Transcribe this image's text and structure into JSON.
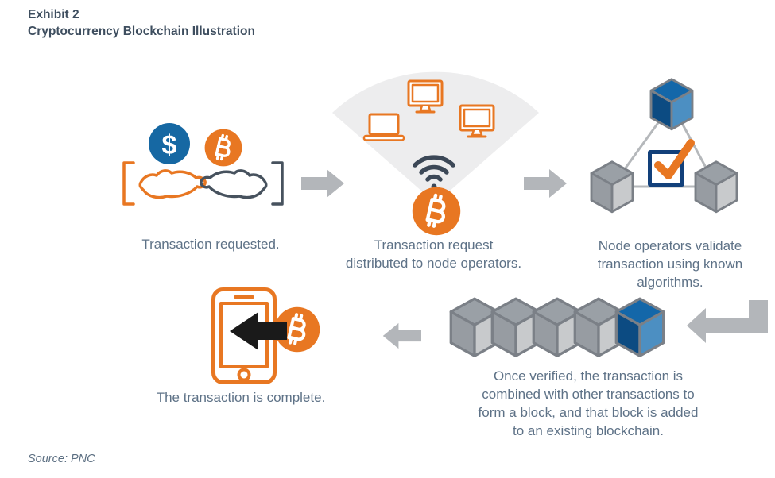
{
  "header": {
    "exhibit_label": "Exhibit 2",
    "title": "Cryptocurrency Blockchain Illustration"
  },
  "footer": {
    "source": "Source: PNC"
  },
  "coins": {
    "dollar_symbol": "$"
  },
  "steps": [
    {
      "name": "transaction-requested",
      "icons": [
        "giving-hand",
        "dollar-coin",
        "bitcoin-coin",
        "receiving-hand"
      ],
      "lines": [
        "Transaction requested."
      ]
    },
    {
      "name": "request-distributed",
      "icons": [
        "broadcast-fan",
        "laptop",
        "monitor",
        "monitor",
        "wifi",
        "bitcoin-coin"
      ],
      "lines": [
        "Transaction request",
        "distributed to node operators."
      ]
    },
    {
      "name": "nodes-validate",
      "icons": [
        "cube-blue",
        "cube-gray",
        "cube-gray",
        "checkbox",
        "checkmark"
      ],
      "lines": [
        "Node operators validate",
        "transaction using known",
        "algorithms."
      ]
    },
    {
      "name": "block-added",
      "icons": [
        "cube-gray",
        "cube-gray",
        "cube-gray",
        "cube-gray",
        "cube-blue",
        "elbow-arrow"
      ],
      "lines": [
        "Once verified, the transaction is",
        "combined with other transactions to",
        "form a block, and that block is added",
        "to an existing blockchain."
      ]
    },
    {
      "name": "transaction-complete",
      "icons": [
        "smartphone",
        "transfer-arrow",
        "bitcoin-coin"
      ],
      "lines": [
        "The transaction is complete."
      ]
    }
  ],
  "colors": {
    "orange": "#E87722",
    "coin_blue": "#1668A3",
    "navy": "#12407A",
    "caption_text": "#5E7287",
    "title_text": "#3E4E5F",
    "arrow_gray": "#B3B6BA",
    "cube_gray": "#9AA0A6",
    "cube_blue": "#1467A9",
    "wifi_dark": "#3C4857",
    "fan_gray": "#EDEDEE",
    "transfer_black": "#1A1A1A"
  }
}
